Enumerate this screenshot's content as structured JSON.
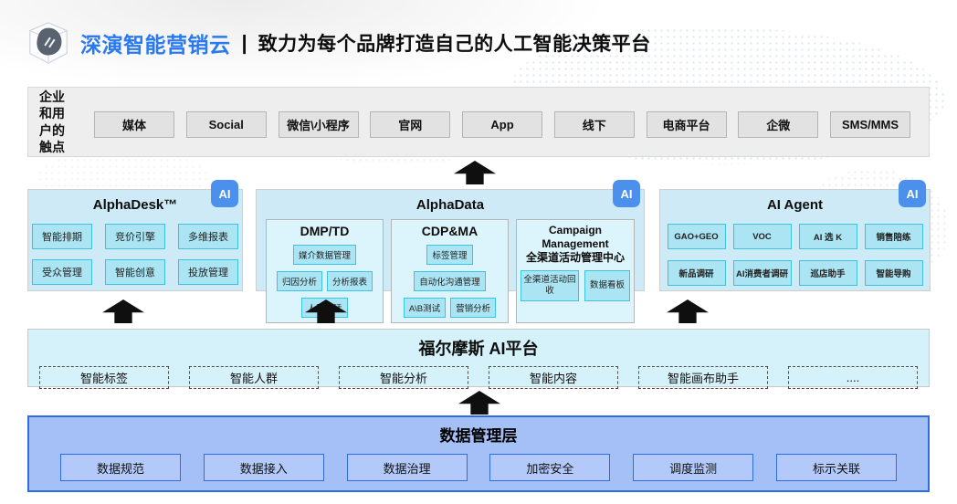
{
  "colors": {
    "brand_blue": "#2979f2",
    "panel_cyan": "#cdeaf6",
    "box_cyan": "#abe4f2",
    "box_cyan_border": "#3ec2e2",
    "ai_badge_blue": "#4a90ec",
    "platform_cyan": "#d5f1f9",
    "data_layer_blue": "#a5c0f6",
    "data_layer_border": "#2e6ce2",
    "arrow_black": "#0f0f0f",
    "touch_row_gray": "#eeeeee"
  },
  "icons": {
    "logo": "deepzero-cube-logo",
    "arrow": "block-arrow-up"
  },
  "header": {
    "brand": "深演智能营销云",
    "divider": "|",
    "tagline": "致力为每个品牌打造自己的人工智能决策平台"
  },
  "touchpoints": {
    "label": "企业\n和用\n户的\n触点",
    "items": [
      "媒体",
      "Social",
      "微信\\小程序",
      "官网",
      "App",
      "线下",
      "电商平台",
      "企微",
      "SMS/MMS"
    ]
  },
  "panels": [
    {
      "title": "AlphaDesk™",
      "badge": "AI",
      "items": [
        "智能排期",
        "竞价引擎",
        "多维报表",
        "受众管理",
        "智能创意",
        "投放管理"
      ]
    },
    {
      "title": "AlphaData",
      "badge": "AI",
      "sections": [
        {
          "title": "DMP/TD",
          "items": [
            "媒介数据管理",
            "归因分析",
            "分析报表",
            "人群激活"
          ]
        },
        {
          "title": "CDP&MA",
          "items": [
            "标签管理",
            "自动化沟通管理",
            "A\\B测试",
            "营销分析"
          ]
        },
        {
          "title": "Campaign Management",
          "subtitle": "全渠道活动管理中心",
          "items": [
            "全渠道活动回收",
            "数据看板"
          ]
        }
      ]
    },
    {
      "title": "AI Agent",
      "badge": "AI",
      "items": [
        "GAO+GEO",
        "VOC",
        "AI 选 K",
        "销售陪练",
        "新品调研",
        "AI消费者调研",
        "巡店助手",
        "智能导购"
      ]
    }
  ],
  "ai_platform": {
    "title": "福尔摩斯 AI平台",
    "items": [
      "智能标签",
      "智能人群",
      "智能分析",
      "智能内容",
      "智能画布助手",
      "...."
    ]
  },
  "data_layer": {
    "title": "数据管理层",
    "items": [
      "数据规范",
      "数据接入",
      "数据治理",
      "加密安全",
      "调度监测",
      "标示关联"
    ]
  }
}
